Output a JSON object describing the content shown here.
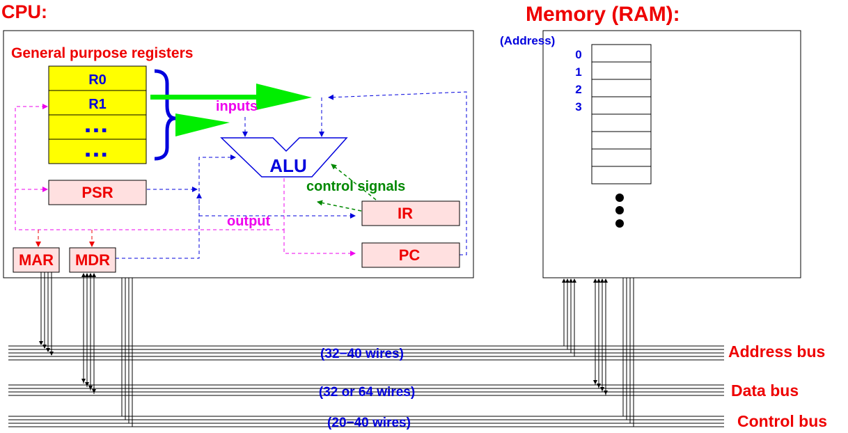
{
  "cpu": {
    "title": "CPU:",
    "gpr_label": "General purpose registers",
    "registers": [
      "R0",
      "R1",
      "▪▪▪",
      "▪▪▪"
    ],
    "psr": "PSR",
    "alu": "ALU",
    "ir": "IR",
    "pc": "PC",
    "mar": "MAR",
    "mdr": "MDR",
    "inputs_label": "inputs",
    "output_label": "output",
    "control_label": "control signals"
  },
  "memory": {
    "title": "Memory (RAM):",
    "address_label": "(Address)",
    "addresses": [
      "0",
      "1",
      "2",
      "3"
    ]
  },
  "buses": {
    "address_name": "Address bus",
    "address_wires": "(32−40 wires)",
    "data_name": "Data bus",
    "data_wires": "(32 or 64 wires)",
    "control_name": "Control bus",
    "control_wires": "(20−40 wires)"
  },
  "colors": {
    "red": "#ee0000",
    "blue": "#0000dd",
    "magenta": "#ee00ee",
    "green": "#008800",
    "bright_green": "#00ee00",
    "yellow": "#ffff00",
    "pink": "#ffe0e0"
  }
}
